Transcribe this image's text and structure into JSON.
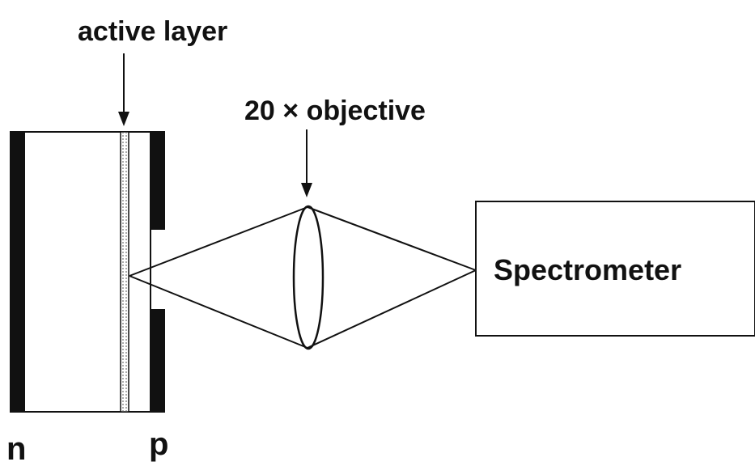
{
  "labels": {
    "active_layer": "active layer",
    "objective": "20 × objective",
    "spectrometer": "Spectrometer",
    "n_side": "n",
    "p_side": "p"
  },
  "colors": {
    "ink": "#111111",
    "background": "#ffffff"
  }
}
